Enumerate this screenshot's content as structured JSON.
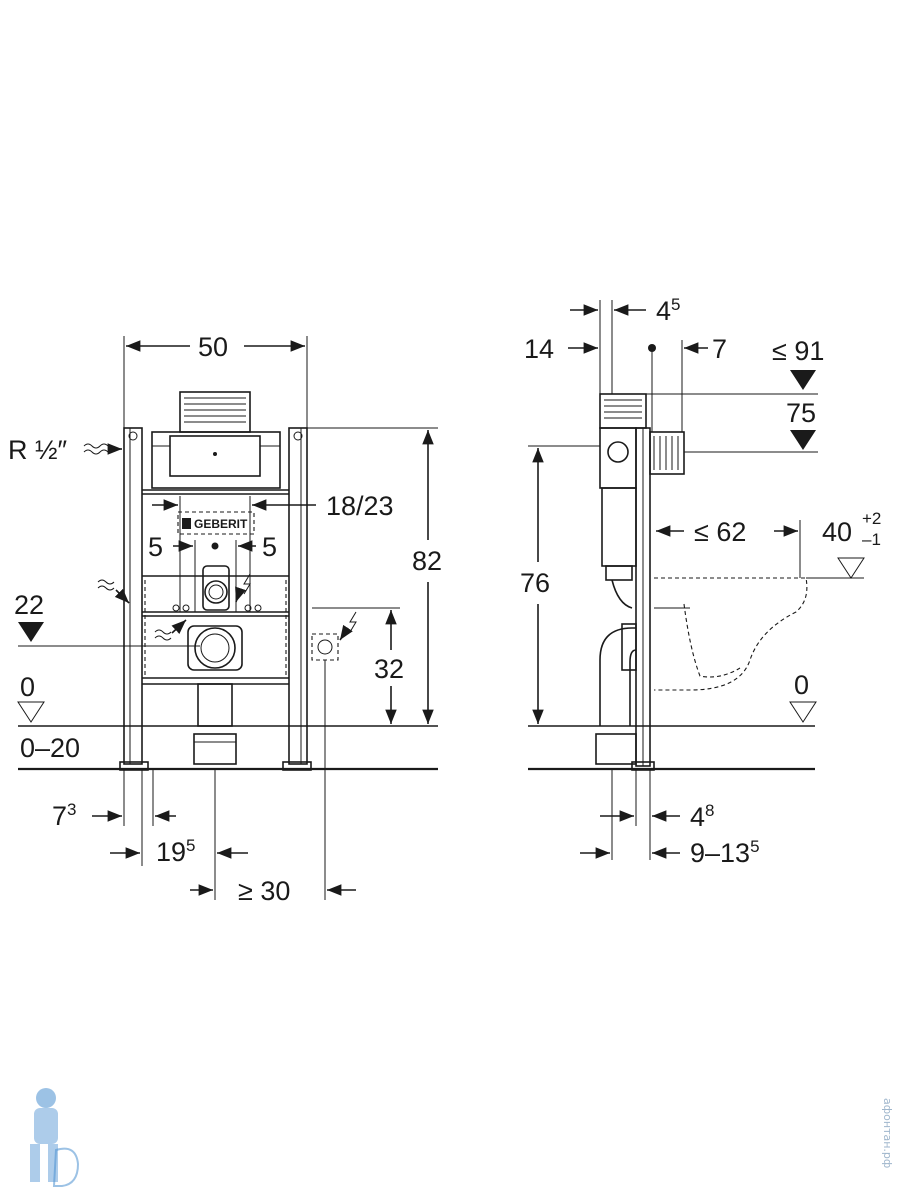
{
  "front_view": {
    "width": "50",
    "connection": "R ½″",
    "spacing": "18/23",
    "offset_left": "5",
    "offset_right": "5",
    "height_total": "82",
    "supply_level": "22",
    "height_socket": "32",
    "floor_level": "0",
    "floor_range": "0–20",
    "frame_offset_main": "7",
    "frame_offset_sup": "3",
    "pipe_offset_main": "19",
    "pipe_offset_sup": "5",
    "socket_distance": "≥ 30",
    "brand": "GEBERIT"
  },
  "side_view": {
    "top_offset_main": "4",
    "top_offset_sup": "5",
    "depth_14": "14",
    "depth_7": "7",
    "level_max": "≤ 91",
    "level_75": "75",
    "height_76": "76",
    "projection": "≤ 62",
    "seat_height": "40",
    "seat_tol_plus": "+2",
    "seat_tol_minus": "–1",
    "floor_level": "0",
    "bottom_offset_main": "4",
    "bottom_offset_sup": "8",
    "wall_range_main": "9–13",
    "wall_range_sup": "5"
  },
  "watermark": "афонтан.рф",
  "colors": {
    "line": "#1a1a1a",
    "watermark": "#9fb6cc",
    "mascot": "#4a8fd0"
  }
}
